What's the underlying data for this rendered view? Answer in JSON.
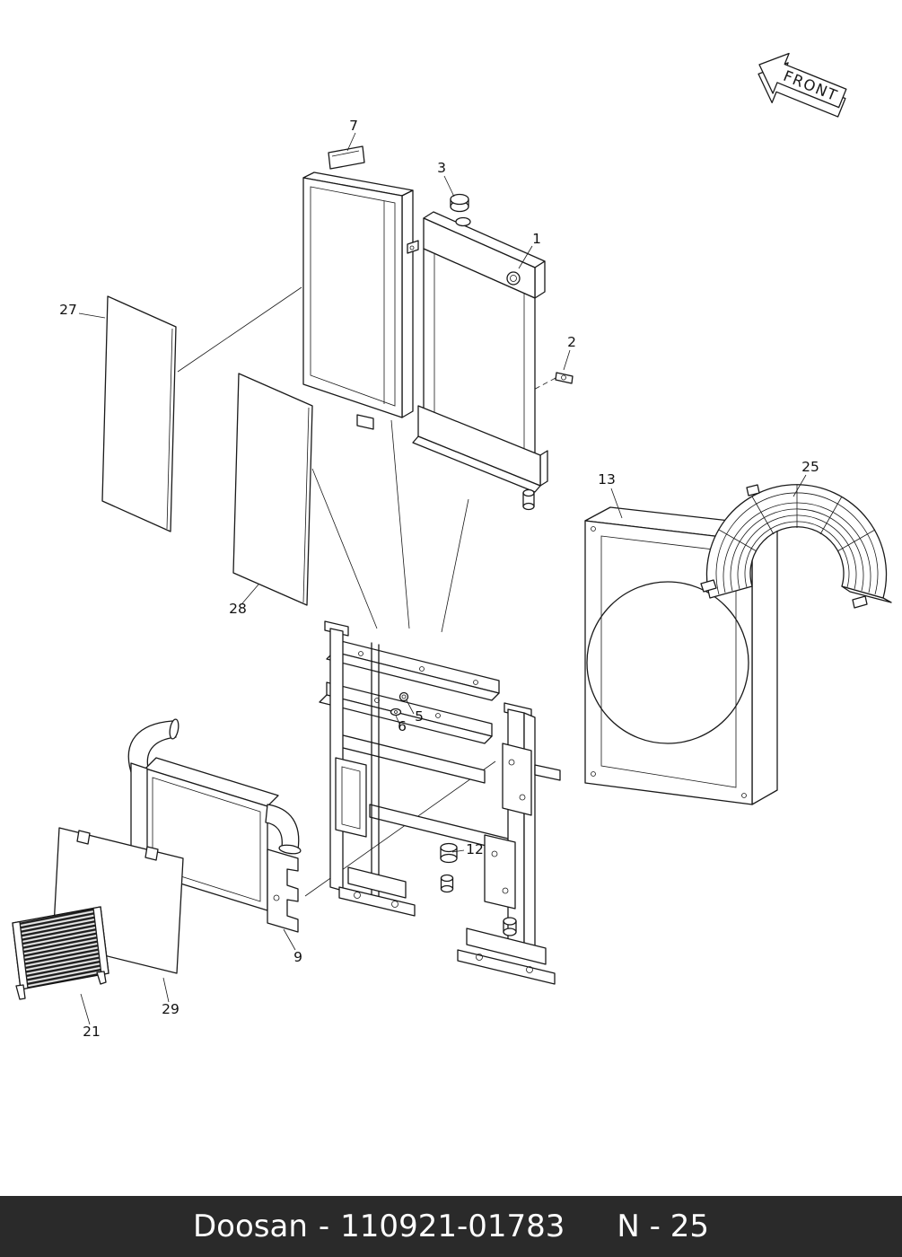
{
  "colors": {
    "line": "#1a1a1a",
    "footer_bg": "#2a2a2a",
    "footer_text": "#ffffff"
  },
  "front_arrow": {
    "label": "FRONT"
  },
  "callouts": [
    {
      "num": "7"
    },
    {
      "num": "3"
    },
    {
      "num": "1"
    },
    {
      "num": "2"
    },
    {
      "num": "27"
    },
    {
      "num": "28"
    },
    {
      "num": "13"
    },
    {
      "num": "25"
    },
    {
      "num": "5"
    },
    {
      "num": "6"
    },
    {
      "num": "12"
    },
    {
      "num": "9"
    },
    {
      "num": "29"
    },
    {
      "num": "21"
    }
  ],
  "footer": {
    "brand": "Doosan",
    "separator": "-",
    "part_number": "110921-01783",
    "page_ref": "N - 25"
  }
}
